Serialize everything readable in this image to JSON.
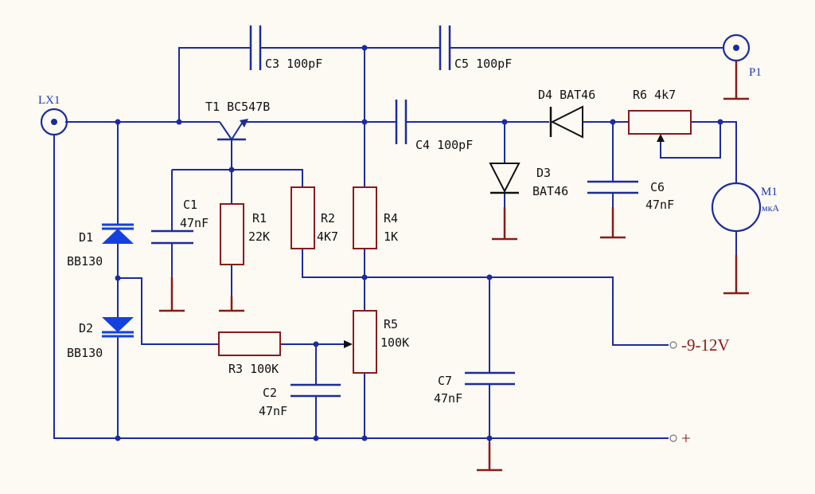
{
  "connectors": {
    "lx1": "LX1",
    "p1": "P1",
    "supply_neg": "-9-12V",
    "supply_pos": "+"
  },
  "transistor": {
    "t1": "T1 BC547B"
  },
  "capacitors": {
    "c1_name": "C1",
    "c1_value": "47nF",
    "c2_name": "C2",
    "c2_value": "47nF",
    "c3": "C3 100pF",
    "c4": "C4 100pF",
    "c5": "C5 100pF",
    "c6_name": "C6",
    "c6_value": "47nF",
    "c7_name": "C7",
    "c7_value": "47nF"
  },
  "resistors": {
    "r1_name": "R1",
    "r1_value": "22K",
    "r2_name": "R2",
    "r2_value": "4K7",
    "r3": "R3 100K",
    "r4_name": "R4",
    "r4_value": "1K",
    "r5_name": "R5",
    "r5_value": "100K",
    "r6": "R6 4k7"
  },
  "diodes": {
    "d1_name": "D1",
    "d1_value": "BB130",
    "d2_name": "D2",
    "d2_value": "BB130",
    "d3_name": "D3",
    "d3_value": "BAT46",
    "d4": "D4 BAT46"
  },
  "meter": {
    "name": "M1",
    "unit": "мкА"
  },
  "colors": {
    "wire": "#1c2c9c",
    "resistor": "#8a1a1a",
    "ground": "#8a1a1a",
    "varicap_fill": "#1540e0",
    "background": "#fcfaf3"
  }
}
